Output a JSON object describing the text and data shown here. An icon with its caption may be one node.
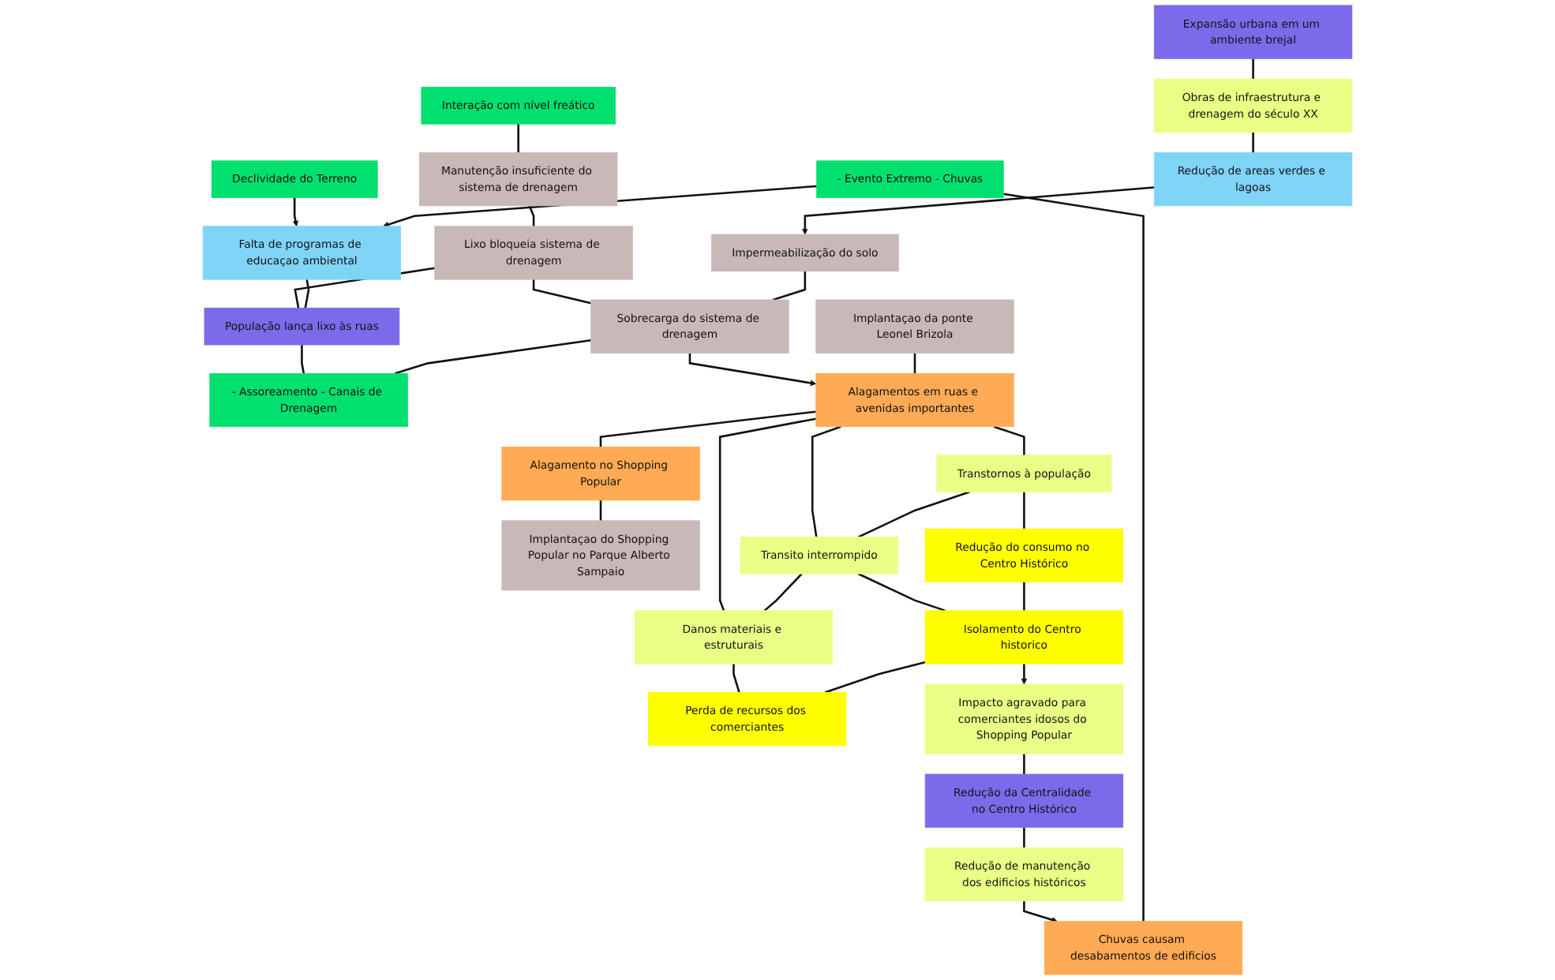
{
  "diagram": {
    "nodes": [
      {
        "text": [
          "Expansão urbana em um ambiente brejal"
        ]
      },
      {
        "text": [
          "Obras de infraestrutura e drenagem do século XX"
        ]
      },
      {
        "text": [
          "Redução de areas verdes e lagoas"
        ]
      },
      {
        "text": [
          "Impermeabilização do solo"
        ]
      },
      {
        "text": [
          "Declividade do Terreno"
        ]
      },
      {
        "text": [
          "Interação com nível freático"
        ]
      },
      {
        "text": [
          "- Evento Extremo - Chuvas"
        ]
      },
      {
        "text": [
          "Falta de programas de educaçao ambiental"
        ]
      },
      {
        "text": [
          "Chuvas causam desabamentos de edificios"
        ]
      },
      {
        "text": [
          "Manutenção insuficiente do sistema de drenagem"
        ]
      },
      {
        "text": [
          "Lixo bloqueia sistema de drenagem"
        ]
      },
      {
        "text": [
          "População lança lixo às ruas"
        ]
      },
      {
        "text": [
          "Sobrecarga do sistema de drenagem"
        ]
      },
      {
        "text": [
          "- Assoreamento - Canais de Drenagem"
        ]
      },
      {
        "text": [
          "Alagamentos em ruas e avenidas importantes"
        ]
      },
      {
        "text": [
          "Implantaçao da ponte Leonel Brizola"
        ]
      },
      {
        "text": [
          "Implantaçao do Shopping Popular no Parque Alberto Sampaio"
        ]
      },
      {
        "text": [
          "Alagamento no Shopping Popular"
        ]
      },
      {
        "text": [
          "Redução de manutenção dos edificios históricos"
        ]
      },
      {
        "text": [
          "Redução da Centralidade no Centro Histórico"
        ]
      },
      {
        "text": [
          "Transtornos à população"
        ]
      },
      {
        "text": [
          "Redução do consumo no Centro Histórico"
        ]
      },
      {
        "text": [
          "Transito interrompido"
        ]
      },
      {
        "text": [
          "Isolamento do Centro historico"
        ]
      },
      {
        "text": [
          "Danos materiais e estruturais"
        ]
      },
      {
        "text": [
          "Perda de recursos dos comerciantes"
        ]
      },
      {
        "text": [
          "Impacto agravado para comerciantes idosos do Shopping Popular"
        ]
      }
    ],
    "edges": [
      {
        "from": 0,
        "to": 1,
        "arrow": "none"
      },
      {
        "from": 1,
        "to": 2,
        "arrow": "none"
      },
      {
        "from": 2,
        "to": 3,
        "arrow": "to"
      },
      {
        "from": 4,
        "to": 7,
        "arrow": "to"
      },
      {
        "from": 6,
        "to": 7,
        "arrow": "to"
      },
      {
        "from": 5,
        "to": 9,
        "arrow": "none"
      },
      {
        "from": 9,
        "to": 10,
        "arrow": "none"
      },
      {
        "from": 10,
        "to": 11,
        "arrow": "none"
      },
      {
        "from": 7,
        "to": 11,
        "arrow": "none"
      },
      {
        "from": 11,
        "to": 13,
        "arrow": "none"
      },
      {
        "from": 10,
        "to": 12,
        "arrow": "none"
      },
      {
        "from": 3,
        "to": 12,
        "arrow": "none"
      },
      {
        "from": 12,
        "to": 13,
        "arrow": "none"
      },
      {
        "from": 12,
        "to": 14,
        "arrow": "to"
      },
      {
        "from": 15,
        "to": 14,
        "arrow": "none"
      },
      {
        "from": 14,
        "to": 17,
        "arrow": "none"
      },
      {
        "from": 17,
        "to": 16,
        "arrow": "none"
      },
      {
        "from": 14,
        "to": 20,
        "arrow": "none"
      },
      {
        "from": 14,
        "to": 22,
        "arrow": "none"
      },
      {
        "from": 14,
        "to": 24,
        "arrow": "none"
      },
      {
        "from": 20,
        "to": 21,
        "arrow": "none"
      },
      {
        "from": 20,
        "to": 22,
        "arrow": "none"
      },
      {
        "from": 22,
        "to": 23,
        "arrow": "none"
      },
      {
        "from": 22,
        "to": 24,
        "arrow": "none"
      },
      {
        "from": 24,
        "to": 25,
        "arrow": "none"
      },
      {
        "from": 21,
        "to": 23,
        "arrow": "none"
      },
      {
        "from": 23,
        "to": 25,
        "arrow": "none"
      },
      {
        "from": 23,
        "to": 26,
        "arrow": "to"
      },
      {
        "from": 26,
        "to": 19,
        "arrow": "none"
      },
      {
        "from": 19,
        "to": 18,
        "arrow": "none"
      },
      {
        "from": 18,
        "to": 8,
        "arrow": "to"
      },
      {
        "from": 6,
        "to": 8,
        "arrow": "none"
      }
    ]
  }
}
